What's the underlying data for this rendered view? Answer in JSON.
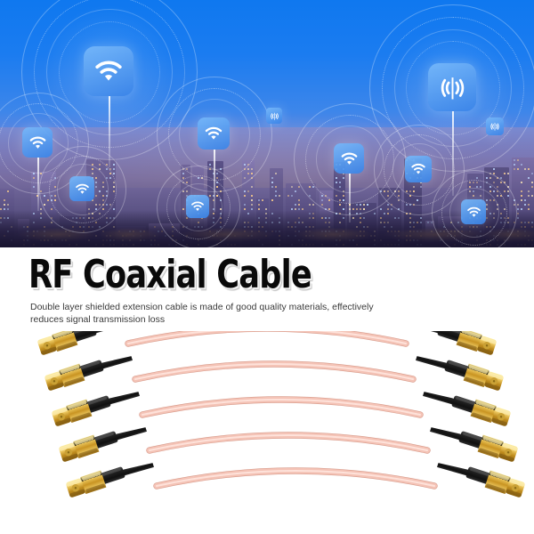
{
  "banner": {
    "scene_name": "wireless-city-night-skyline",
    "sky_color": "#1577ec",
    "city_glow_color": "#ffc478",
    "icons": [
      {
        "name": "wifi-icon",
        "glyph": "wifi",
        "position": "top-left-large"
      },
      {
        "name": "wifi-icon",
        "glyph": "wifi",
        "position": "left-small"
      },
      {
        "name": "wifi-icon",
        "glyph": "wifi",
        "position": "center-left"
      },
      {
        "name": "wifi-icon",
        "glyph": "wifi",
        "position": "center"
      },
      {
        "name": "wifi-icon",
        "glyph": "wifi",
        "position": "center-right"
      },
      {
        "name": "broadcast-antenna-icon",
        "glyph": "broadcast",
        "position": "top-right-large"
      },
      {
        "name": "broadcast-antenna-icon",
        "glyph": "broadcast",
        "position": "right-small"
      },
      {
        "name": "wifi-icon",
        "glyph": "wifi",
        "position": "bottom-left"
      },
      {
        "name": "wifi-icon",
        "glyph": "wifi",
        "position": "bottom-center"
      },
      {
        "name": "wifi-icon",
        "glyph": "wifi",
        "position": "bottom-right"
      }
    ]
  },
  "heading": {
    "title": "RF Coaxial Cable",
    "subtitle": "Double layer shielded extension cable is made of good quality materials, effectively reduces signal transmission loss"
  },
  "product": {
    "name": "rf-coaxial-cable-set",
    "count": 5,
    "cable_jacket_color": "#f3bdb0",
    "connector_color": "#d9a629",
    "boot_color": "#1c1c1c",
    "connector_type": "SMA male",
    "background_color": "#ffffff",
    "cables": [
      {
        "index": 1,
        "label": "cable-1"
      },
      {
        "index": 2,
        "label": "cable-2"
      },
      {
        "index": 3,
        "label": "cable-3"
      },
      {
        "index": 4,
        "label": "cable-4"
      },
      {
        "index": 5,
        "label": "cable-5"
      }
    ]
  }
}
